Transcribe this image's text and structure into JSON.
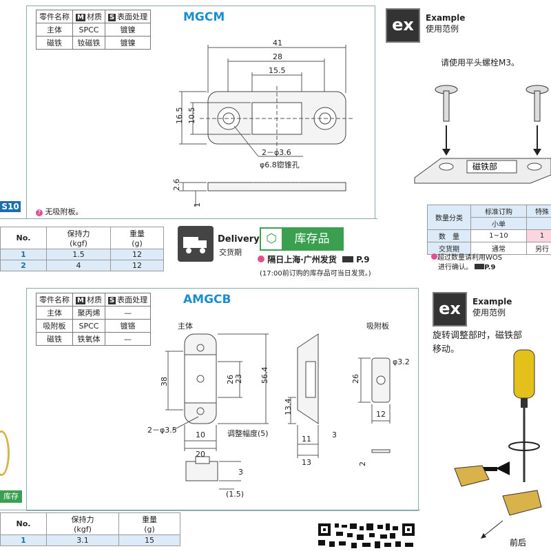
{
  "mgcm": {
    "title": "MGCM",
    "spec_headers": [
      "零件名称",
      "材质",
      "表面处理"
    ],
    "spec_tags": [
      "M",
      "S"
    ],
    "spec_rows": [
      [
        "主体",
        "SPCC",
        "镀镍"
      ],
      [
        "磁铁",
        "钕磁铁",
        "镀镍"
      ]
    ],
    "dims": {
      "d41": "41",
      "d28": "28",
      "d15": "15.5",
      "d165": "16.5",
      "d105": "10.5",
      "hole1": "2－φ3.6",
      "hole2": "φ6.8锪锥孔",
      "d26": "2.6",
      "d1": "1"
    },
    "note": "无吸附板。",
    "perf_headers": [
      "No.",
      "保持力\n(kgf)",
      "重量\n(g)"
    ],
    "perf_rows": [
      [
        "1",
        "1.5",
        "12"
      ],
      [
        "2",
        "4",
        "12"
      ]
    ]
  },
  "delivery": {
    "label_en": "Delivery",
    "label_cn": "交货期",
    "stock": "库存品",
    "ship": "隔日上海·广州发货",
    "page": "P.9",
    "sub": "(17:00前订购的库存品可当日发货。)"
  },
  "ex1": {
    "ex": "ex",
    "title_en": "Example",
    "title_cn": "使用范例",
    "text": "请使用平头螺栓M3。",
    "part_label": "磁铁部"
  },
  "qty": {
    "headers": [
      "数量分类",
      "标准订购",
      "特殊"
    ],
    "sub": "小单",
    "rows": [
      [
        "数　量",
        "1~10",
        "1"
      ],
      [
        "交货期",
        "通常",
        "另行"
      ]
    ],
    "note1": "超过数量请利用WOS",
    "note2": "进行确认。",
    "page": "P.9"
  },
  "amgcb": {
    "title": "AMGCB",
    "spec_headers": [
      "零件名称",
      "材质",
      "表面处理"
    ],
    "spec_rows": [
      [
        "主体",
        "聚丙烯",
        "—"
      ],
      [
        "吸附板",
        "SPCC",
        "镀铬"
      ],
      [
        "磁铁",
        "铁氧体",
        "—"
      ]
    ],
    "label_body": "主体",
    "label_plate": "吸附板",
    "dims": {
      "d38": "38",
      "d26": "26",
      "d23": "23",
      "d564": "56.4",
      "d35": "2－φ3.5",
      "d10": "10",
      "adj": "调整幅度(5)",
      "d20": "20",
      "d134": "13.4",
      "d3": "3",
      "d11": "11",
      "d13": "13",
      "d32": "φ3.2",
      "d12": "12",
      "d26b": "26",
      "d2": "2",
      "d15": "(1.5)",
      "d3b": "3"
    },
    "perf_headers": [
      "No.",
      "保持力\n(kgf)",
      "重量\n(g)"
    ],
    "perf_rows": [
      [
        "1",
        "3.1",
        "15"
      ]
    ]
  },
  "ex2": {
    "ex": "ex",
    "title_en": "Example",
    "title_cn": "使用范例",
    "text1": "旋转调整部时，磁铁部",
    "text2": "移动。",
    "label": "前后"
  },
  "left_edge": {
    "badge": "S10",
    "stock": "库存"
  }
}
